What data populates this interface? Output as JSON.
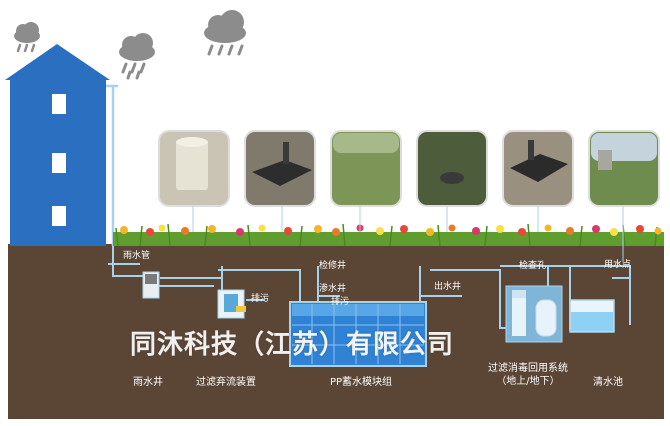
{
  "labels": {
    "rain_pipe": "雨水管",
    "inspection_well": "检修井",
    "seepage_well": "渗水井",
    "drain_sewage_1": "排污",
    "drain_sewage_2": "排污",
    "outlet_well": "出水井",
    "inspection_hole": "检查孔",
    "water_use_point": "用水点",
    "rain_well": "雨水井",
    "diversion_device": "过滤弃流装置",
    "pp_module": "PP蓄水模块组",
    "filter_system_line1": "过滤消毒回用系统",
    "filter_system_line2": "（地上/地下）",
    "clear_pool": "清水池"
  },
  "watermark": "同沐科技（江苏）有限公司",
  "photos": [
    "filter-tank-photo",
    "buried-tank-photo",
    "lawn-photo",
    "well-cover-photo",
    "underground-tank-photo",
    "garden-photo"
  ],
  "colors": {
    "soil": "#5b4636",
    "building": "#2a6fc0",
    "pipe": "#a8d2ec",
    "module": "#3b8ad6",
    "water": "#8fd1f5",
    "cloud": "#8c8c8c"
  }
}
